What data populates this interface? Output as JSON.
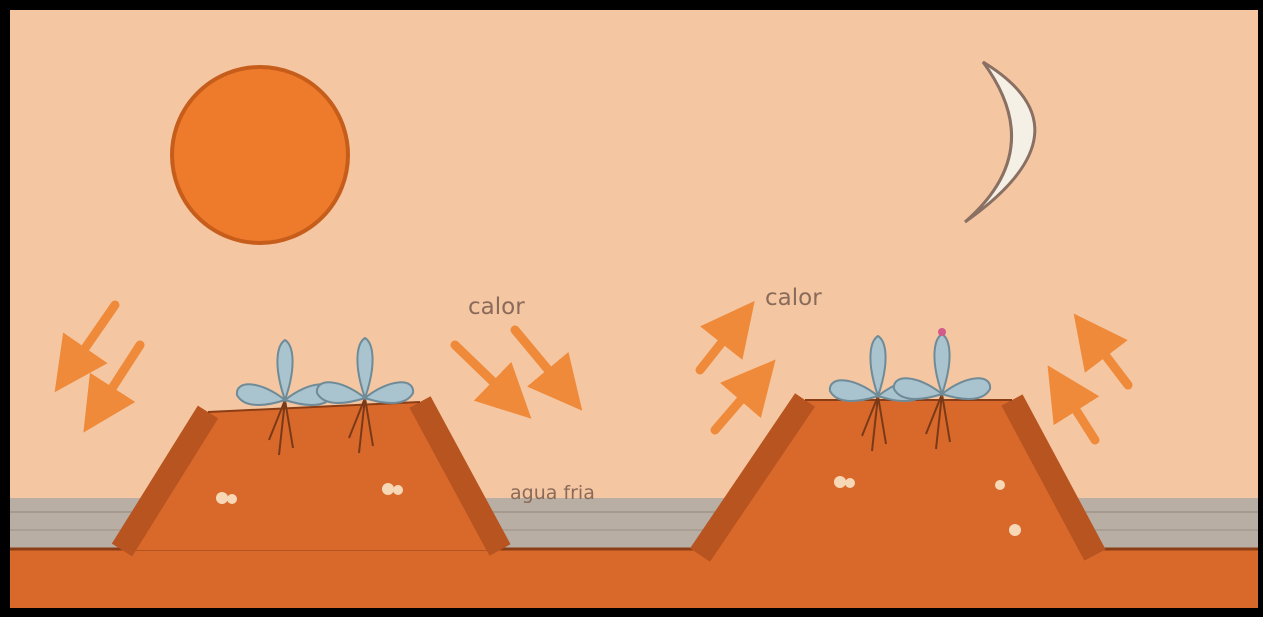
{
  "diagram": {
    "labels": {
      "heat_day": "calor",
      "heat_night": "calor",
      "cold_water": "agua fria"
    },
    "colors": {
      "sky": "#f4c7a2",
      "sun": "#ee7a2c",
      "moon": "#f4f0e6",
      "soil": "#d9682b",
      "soil_dark": "#b85420",
      "water": "#b8aea3",
      "arrow": "#ef8a3a",
      "leaf": "#a9c3cf",
      "text": "#8a6a5a"
    }
  }
}
